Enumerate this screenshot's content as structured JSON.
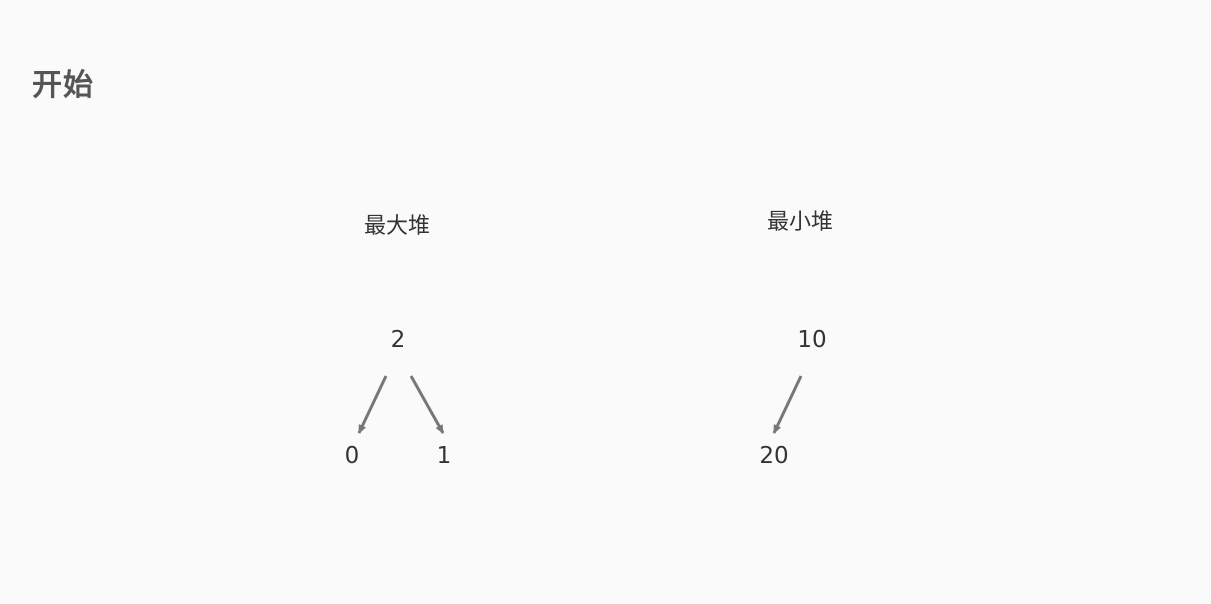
{
  "page": {
    "title": "开始"
  },
  "max_heap": {
    "label": "最大堆",
    "root": "2",
    "left_child": "0",
    "right_child": "1"
  },
  "min_heap": {
    "label": "最小堆",
    "root": "10",
    "left_child": "20"
  },
  "colors": {
    "background": "#fafafa",
    "text": "#333333",
    "title": "#555555",
    "edge": "#777777"
  }
}
